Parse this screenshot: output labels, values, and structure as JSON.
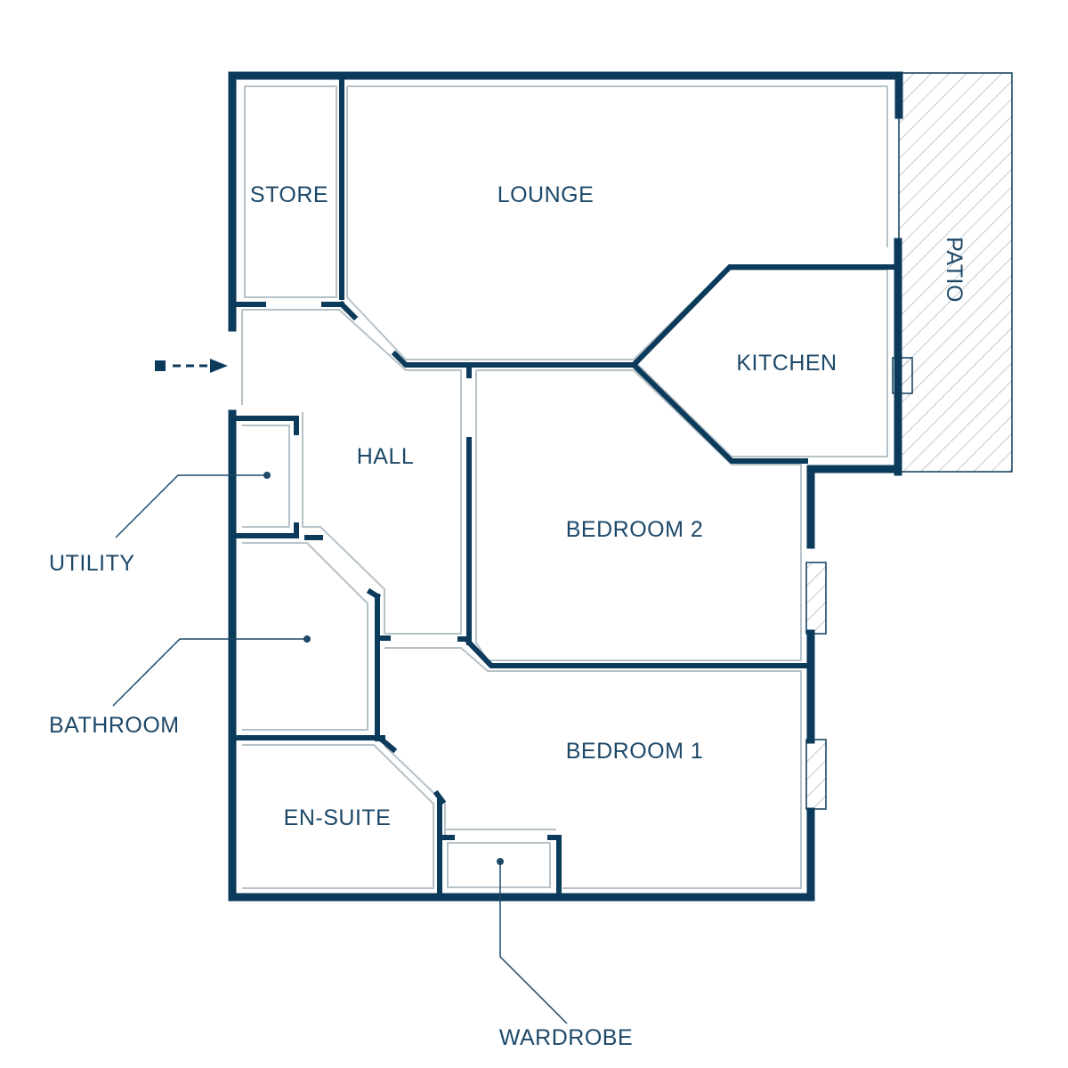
{
  "colors": {
    "wall": "#0b3a5b",
    "inner_line": "#b7c1c8",
    "text": "#1d4868",
    "hatch": "#9aa6ae"
  },
  "rooms": {
    "store": "STORE",
    "lounge": "LOUNGE",
    "patio": "PATIO",
    "kitchen": "KITCHEN",
    "hall": "HALL",
    "bedroom2": "BEDROOM 2",
    "bedroom1": "BEDROOM 1",
    "ensuite": "EN-SUITE"
  },
  "callouts": {
    "utility": "UTILITY",
    "bathroom": "BATHROOM",
    "wardrobe": "WARDROBE"
  },
  "icons": {
    "entrance": "entrance-arrow-icon"
  }
}
